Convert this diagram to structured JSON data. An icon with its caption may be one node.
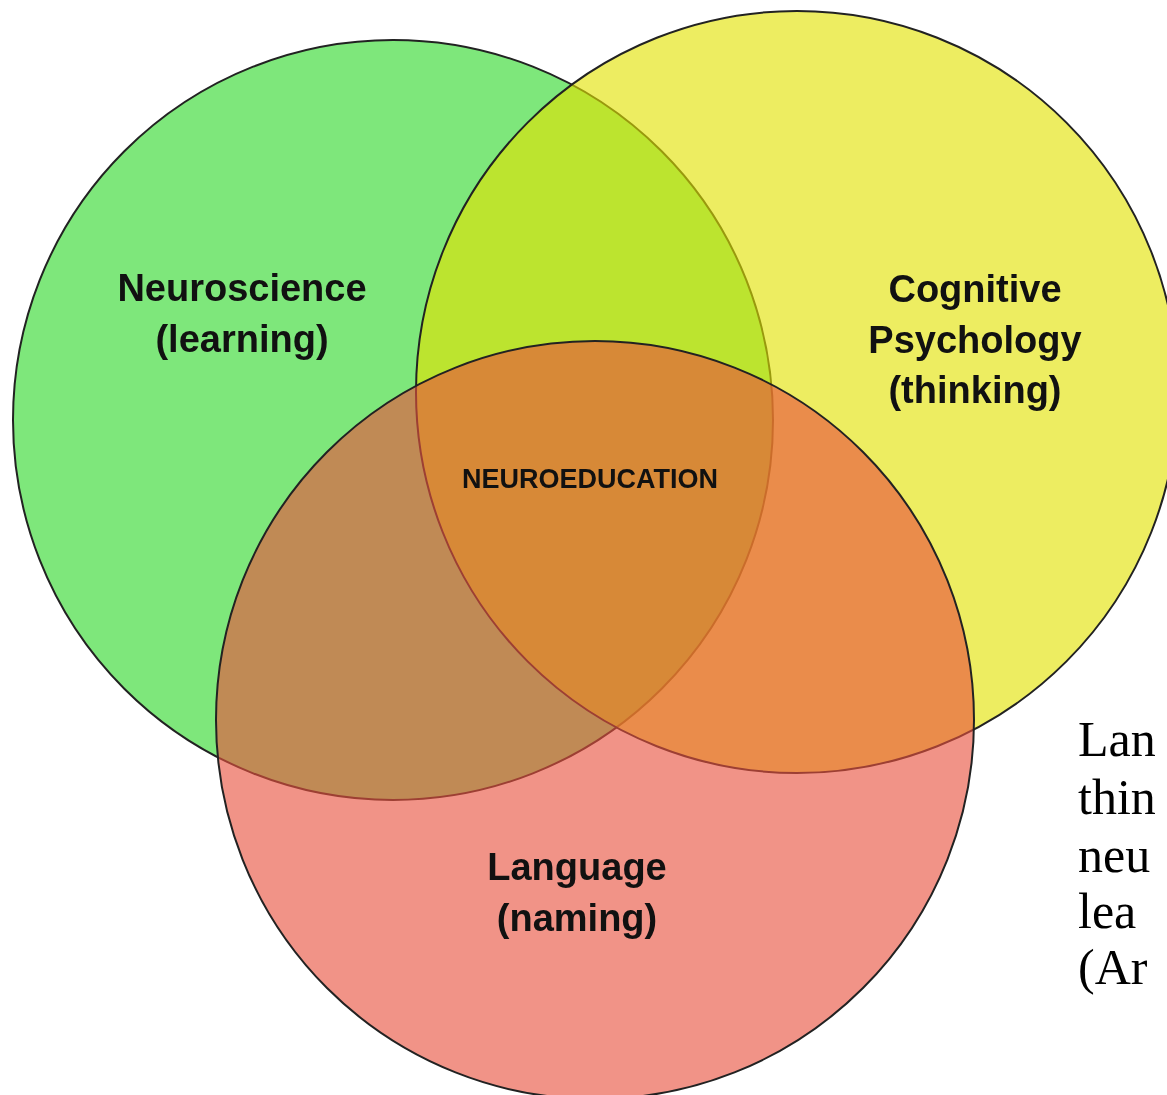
{
  "diagram": {
    "nodes": [
      {
        "text": [
          "Neuroscience (learning)"
        ]
      },
      {
        "text": [
          "Cognitive Psychology (thinking)"
        ]
      },
      {
        "text": [
          "Language (naming)"
        ]
      }
    ],
    "edges": [],
    "labels": [
      "NEUROEDUCATION",
      "Lan",
      "thin",
      "neu",
      "lea",
      "(Ar"
    ]
  }
}
